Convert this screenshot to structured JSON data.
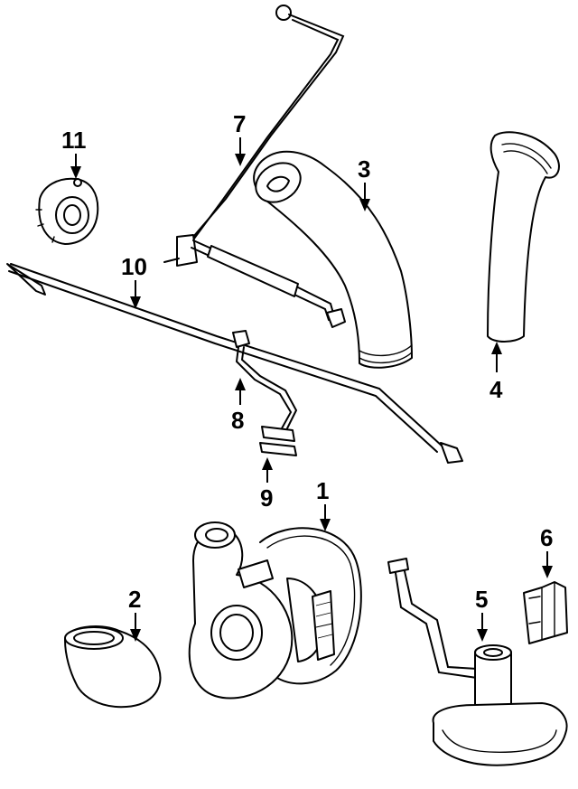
{
  "colors": {
    "ink": "#000000",
    "paper": "#ffffff"
  },
  "callouts": [
    {
      "label": "1"
    },
    {
      "label": "2"
    },
    {
      "label": "3"
    },
    {
      "label": "4"
    },
    {
      "label": "5"
    },
    {
      "label": "6"
    },
    {
      "label": "7"
    },
    {
      "label": "8"
    },
    {
      "label": "9"
    },
    {
      "label": "10"
    },
    {
      "label": "11"
    }
  ]
}
